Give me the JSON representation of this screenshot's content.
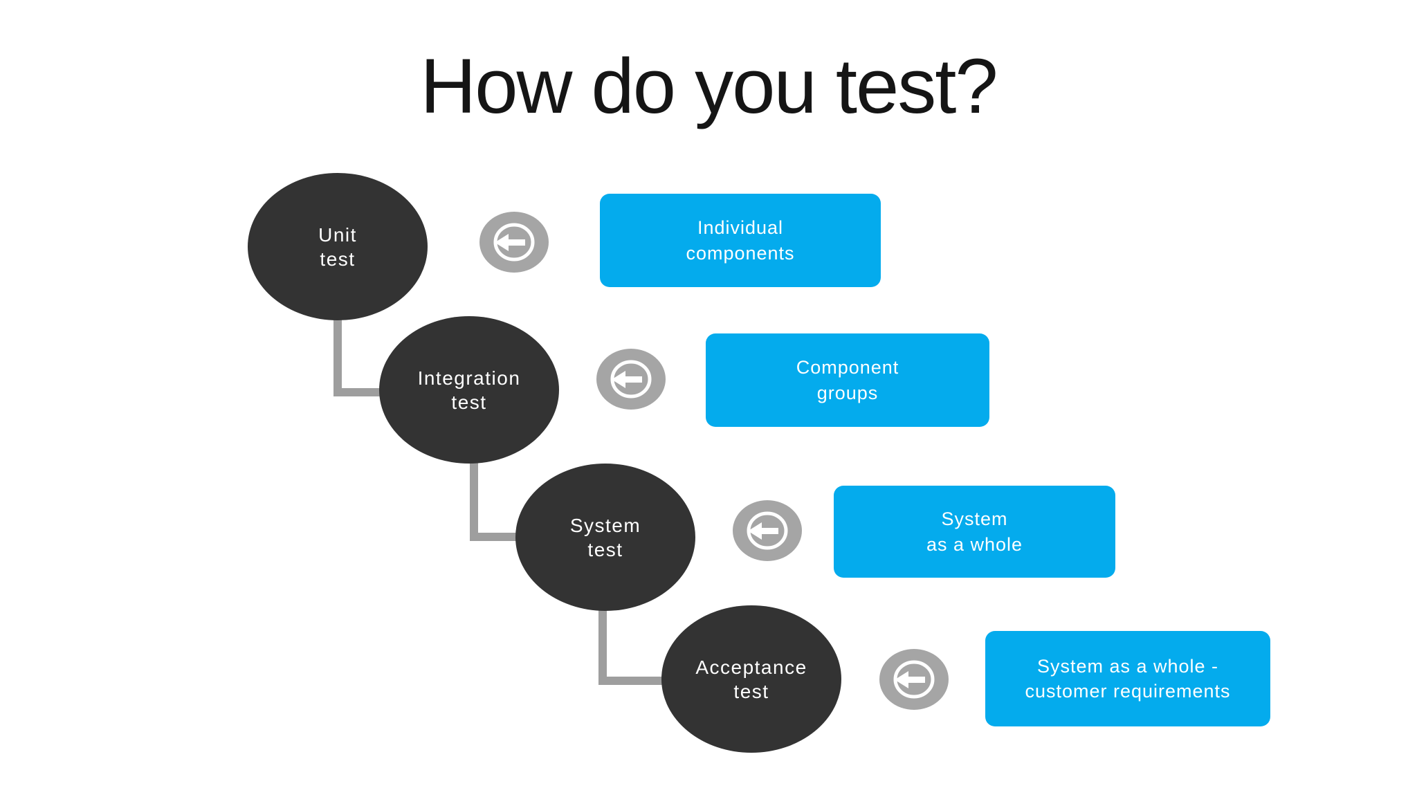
{
  "title": "How do you test?",
  "colors": {
    "circle_dark": "#333333",
    "accent_blue": "#04abed",
    "connector_gray": "#9e9e9e",
    "icon_gray": "#a5a5a5",
    "title_color": "#151515",
    "label_white": "#ffffff"
  },
  "icon": {
    "name": "arrow-left-circle-icon"
  },
  "rows": [
    {
      "stage": "Unit\ntest",
      "target": "Individual\ncomponents"
    },
    {
      "stage": "Integration\ntest",
      "target": "Component\ngroups"
    },
    {
      "stage": "System\ntest",
      "target": "System\nas a whole"
    },
    {
      "stage": "Acceptance\ntest",
      "target": "System as a whole -\ncustomer requirements"
    }
  ]
}
